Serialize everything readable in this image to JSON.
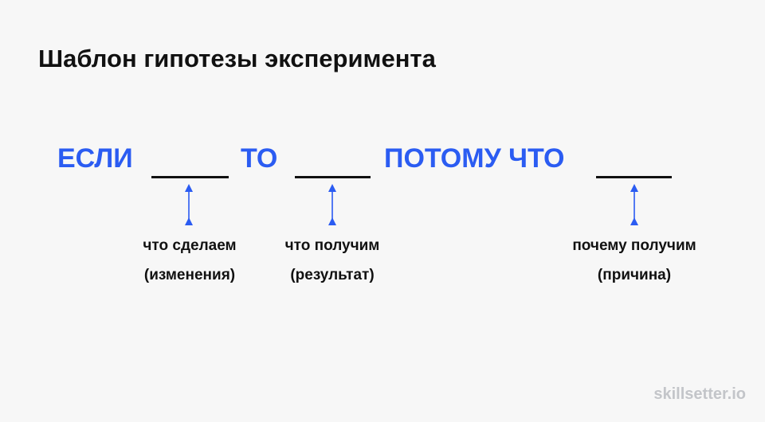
{
  "title": "Шаблон гипотезы эксперимента",
  "template": {
    "if_word": "ЕСЛИ",
    "then_word": "ТО",
    "because_word": "ПОТОМУ ЧТО"
  },
  "labels": [
    {
      "line1": "что сделаем",
      "line2": "(изменения)"
    },
    {
      "line1": "что получим",
      "line2": "(результат)"
    },
    {
      "line1": "почему получим",
      "line2": "(причина)"
    }
  ],
  "watermark": "skillsetter.io",
  "colors": {
    "accent": "#2b5cf2",
    "text": "#111111",
    "watermark": "#c3c5c9"
  }
}
